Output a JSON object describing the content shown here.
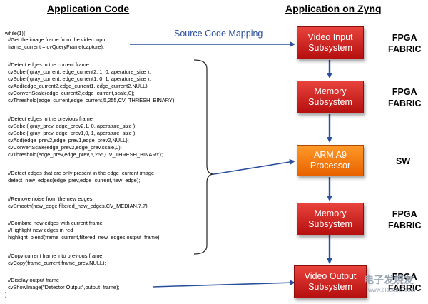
{
  "headings": {
    "left": "Application Code",
    "right": "Application on Zynq"
  },
  "mapping_label": "Source Code Mapping",
  "code": {
    "line01": "while(1){",
    "line02": "  //Get the image frame from the video input",
    "line03": "  frame_current = cvQueryFrame(capture);",
    "line04": "  //Detect edges in the current frame",
    "line05": "  cvSobel( gray_current, edge_current2, 1, 0, aperature_size );",
    "line06": "  cvSobel( gray_current, edge_current1, 0, 1, aperature_size );",
    "line07": "  cvAdd(edge_current2,edge_current1, edge_current2,NULL);",
    "line08": "  cvConvertScale(edge_current2,edge_current,scale,0);",
    "line09": "  cvThreshold(edge_current,edge_current,5,255,CV_THRESH_BINARY);",
    "line10": "  //Detect edges in the previous frame",
    "line11": "  cvSobel( gray_prev, edge_prev2,1, 0, aperature_size );",
    "line12": "  cvSobel( gray_prev, edge_prev1,0, 1, aperature_size );",
    "line13": "  cvAdd(edge_prev2,edge_prev1,edge_prev2,NULL);",
    "line14": "  cvConvertScale(edge_prev2,edge_prev,scale,0);",
    "line15": "  cvThreshold(edge_prev,edge_prev,5,255,CV_THRESH_BINARY);",
    "line16": "  //Detect edges that are only present in the edge_current image",
    "line17": "  detect_new_edges(edge_prev,edge_current,new_edge);",
    "line18": "  //Remove noise from the new edges",
    "line19": "  cvSmooth(new_edge,filtered_new_edges,CV_MEDIAN,7,7);",
    "line20": "  //Combine new edges with current frame",
    "line21": "  //Highlight new edges in red",
    "line22": "  highlight_blend(frame_current,filtered_new_edges,output_frame);",
    "line23": "  //Copy current frame into previous frame",
    "line24": "  cvCopy(frame_current,frame_prev,NULL);",
    "line25": "  //Display output frame",
    "line26": "  cvShowImage(\"Detector Output\",output_frame);",
    "line27": "}"
  },
  "blocks": [
    {
      "label": "Video Input\nSubsystem",
      "target": "FPGA\nFABRIC",
      "color": "#c81b1b"
    },
    {
      "label": "Memory\nSubsystem",
      "target": "FPGA\nFABRIC",
      "color": "#c81b1b"
    },
    {
      "label": "ARM A9\nProcessor",
      "target": "SW",
      "color": "#f07a10"
    },
    {
      "label": "Memory\nSubsystem",
      "target": "FPGA\nFABRIC",
      "color": "#c81b1b"
    },
    {
      "label": "Video Output\nSubsystem",
      "target": "FPGA\nFABRIC",
      "color": "#c81b1b"
    }
  ],
  "colors": {
    "arrow": "#2a4f9c",
    "brace": "#222222"
  },
  "watermark": {
    "line1": "电子发烧友",
    "line2": "www.elecfans.com"
  }
}
